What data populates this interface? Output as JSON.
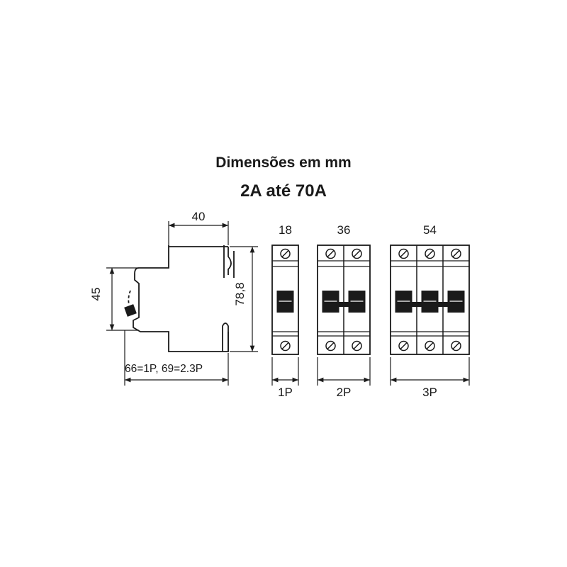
{
  "header": {
    "title": "Dimensões em mm",
    "subtitle": "2A até 70A"
  },
  "side_view": {
    "width": "40",
    "height_total": "78,8",
    "height_rail": "45",
    "depth_note": "66=1P, 69=2.3P"
  },
  "front_views": [
    {
      "width": "18",
      "label": "1P",
      "poles": 1
    },
    {
      "width": "36",
      "label": "2P",
      "poles": 2
    },
    {
      "width": "54",
      "label": "3P",
      "poles": 3
    }
  ],
  "colors": {
    "line": "#1a1a1a",
    "background": "#ffffff"
  }
}
